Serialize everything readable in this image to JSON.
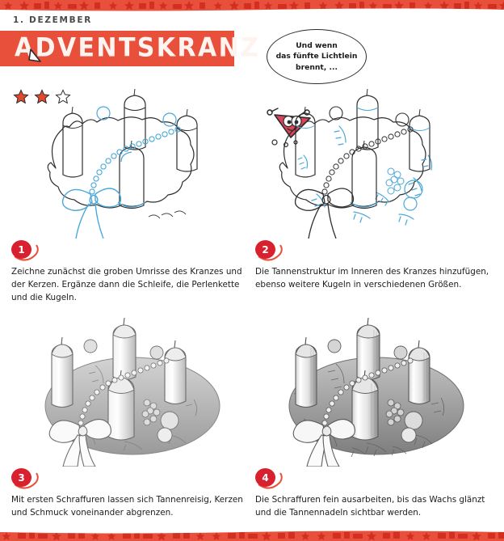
{
  "page": {
    "date_label": "1. DEZEMBER",
    "title": "ADVENTSKRANZ",
    "accent_color": "#e8503c",
    "badge_color": "#d8202e",
    "sketch_blue": "#4aa8d8",
    "text_color": "#1c1c1c"
  },
  "difficulty": {
    "total": 3,
    "filled": 2,
    "stars": [
      {
        "state": "filled"
      },
      {
        "state": "filled"
      },
      {
        "state": "empty"
      }
    ]
  },
  "speech_bubble": {
    "line1": "Und wenn",
    "line2": "das fünfte Lichtlein",
    "line3": "brennt, ...",
    "full_text": "Und wenn das fünfte Lichtlein brennt, ..."
  },
  "mascot": {
    "name": "triangle-mascot",
    "color": "#d9455a"
  },
  "steps": [
    {
      "number": "1",
      "caption": "Zeichne zunächst die groben Umrisse des Kranzes und der Kerzen. Ergänze dann die Schleife, die Perlenkette und die Kugeln.",
      "figure": "wreath-outline-sketch"
    },
    {
      "number": "2",
      "caption": "Die Tannenstruktur im Inneren des Kranzes hinzufügen, ebenso weitere Kugeln in verschiedenen Größen.",
      "figure": "wreath-fir-structure-sketch"
    },
    {
      "number": "3",
      "caption": "Mit ersten Schraffuren lassen sich Tannenreisig, Kerzen und Schmuck voneinander abgrenzen.",
      "figure": "wreath-first-hatching"
    },
    {
      "number": "4",
      "caption": "Die Schraffuren fein ausarbeiten, bis das Wachs glänzt und die Tannennadeln sichtbar werden.",
      "figure": "wreath-finished-shading"
    }
  ]
}
